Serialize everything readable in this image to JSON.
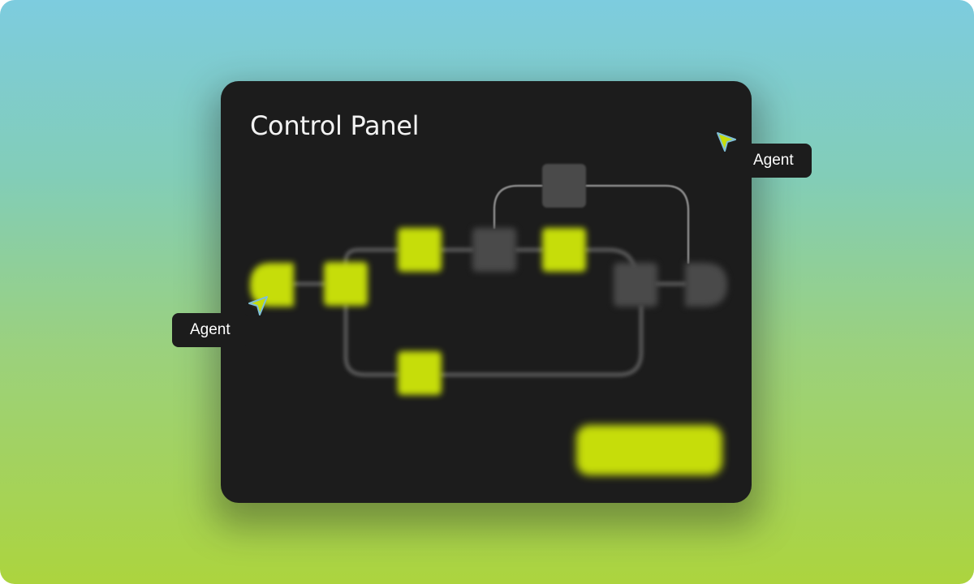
{
  "panel": {
    "title": "Control Panel",
    "action_button_label": ""
  },
  "agents": [
    {
      "label": "Agent"
    },
    {
      "label": "Agent"
    }
  ],
  "colors": {
    "background_top": "#7dccdf",
    "background_bottom": "#acd43e",
    "panel": "#1c1c1c",
    "accent_node": "#c6dd0a",
    "inactive_node": "#4a4a4a",
    "connector": "#555555",
    "cursor_fill": "#c6dd0a",
    "cursor_outline": "#7fbfd6",
    "label_bg": "#1c1c1c",
    "label_text": "#ffffff"
  },
  "icons": {
    "cursor": "pointer-arrow-icon"
  },
  "flow": {
    "nodes": [
      {
        "id": "start",
        "shape": "rounded-start",
        "state": "active"
      },
      {
        "id": "node-2",
        "shape": "square",
        "state": "active"
      },
      {
        "id": "node-3-top",
        "shape": "square",
        "state": "active"
      },
      {
        "id": "node-3-bottom",
        "shape": "square",
        "state": "active"
      },
      {
        "id": "node-4",
        "shape": "square",
        "state": "inactive"
      },
      {
        "id": "node-5-top",
        "shape": "square",
        "state": "inactive"
      },
      {
        "id": "node-5-mid",
        "shape": "square",
        "state": "active"
      },
      {
        "id": "node-6",
        "shape": "square",
        "state": "inactive"
      },
      {
        "id": "end",
        "shape": "rounded-end",
        "state": "inactive"
      }
    ]
  }
}
